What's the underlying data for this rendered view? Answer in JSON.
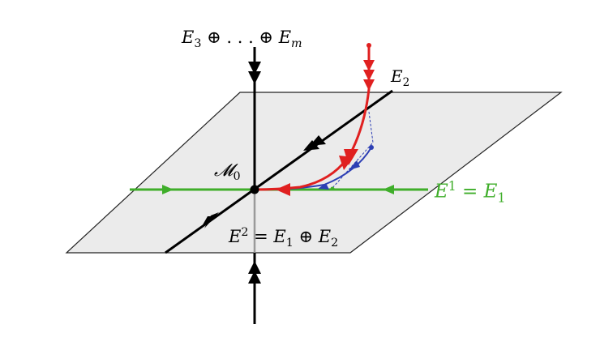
{
  "labels": {
    "top_axis": {
      "base": "E",
      "sub": "3",
      "mid": " ⊕ . . . ⊕ ",
      "base2": "E",
      "sub2": "m"
    },
    "e2_axis": {
      "base": "E",
      "sub": "2"
    },
    "origin": {
      "base": "𝓜",
      "sub": "0"
    },
    "green_axis": {
      "base": "E",
      "sup": "1",
      "mid": " = ",
      "base2": "E",
      "sub2": "1"
    },
    "plane": {
      "base": "E",
      "sup": "2",
      "mid": " = ",
      "base2": "E",
      "sub2": "1",
      "mid2": " ⊕ ",
      "base3": "E",
      "sub3": "2"
    }
  },
  "colors": {
    "plane_fill": "#ebebeb",
    "plane_edge": "#222222",
    "axis": "#000000",
    "green": "#3fae2a",
    "red": "#e02020",
    "blue": "#2d3fb4"
  }
}
